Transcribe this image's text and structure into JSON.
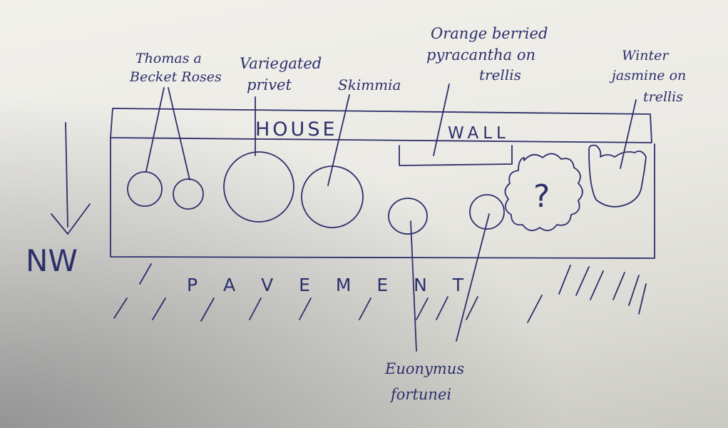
{
  "labels": {
    "house": "HOUSE",
    "wall": "WALL",
    "pavement": "P A V E M E N T",
    "direction": "NW",
    "question": "?",
    "roses_line1": "Thomas a",
    "roses_line2": "Becket Roses",
    "privet_line1": "Variegated",
    "privet_line2": "privet",
    "skimmia": "Skimmia",
    "pyracantha_line1": "Orange berried",
    "pyracantha_line2": "pyracantha on",
    "pyracantha_line3": "trellis",
    "jasmine_line1": "Winter",
    "jasmine_line2": "jasmine on",
    "jasmine_line3": "trellis",
    "euonymus_line1": "Euonymus",
    "euonymus_line2": "fortunei"
  }
}
